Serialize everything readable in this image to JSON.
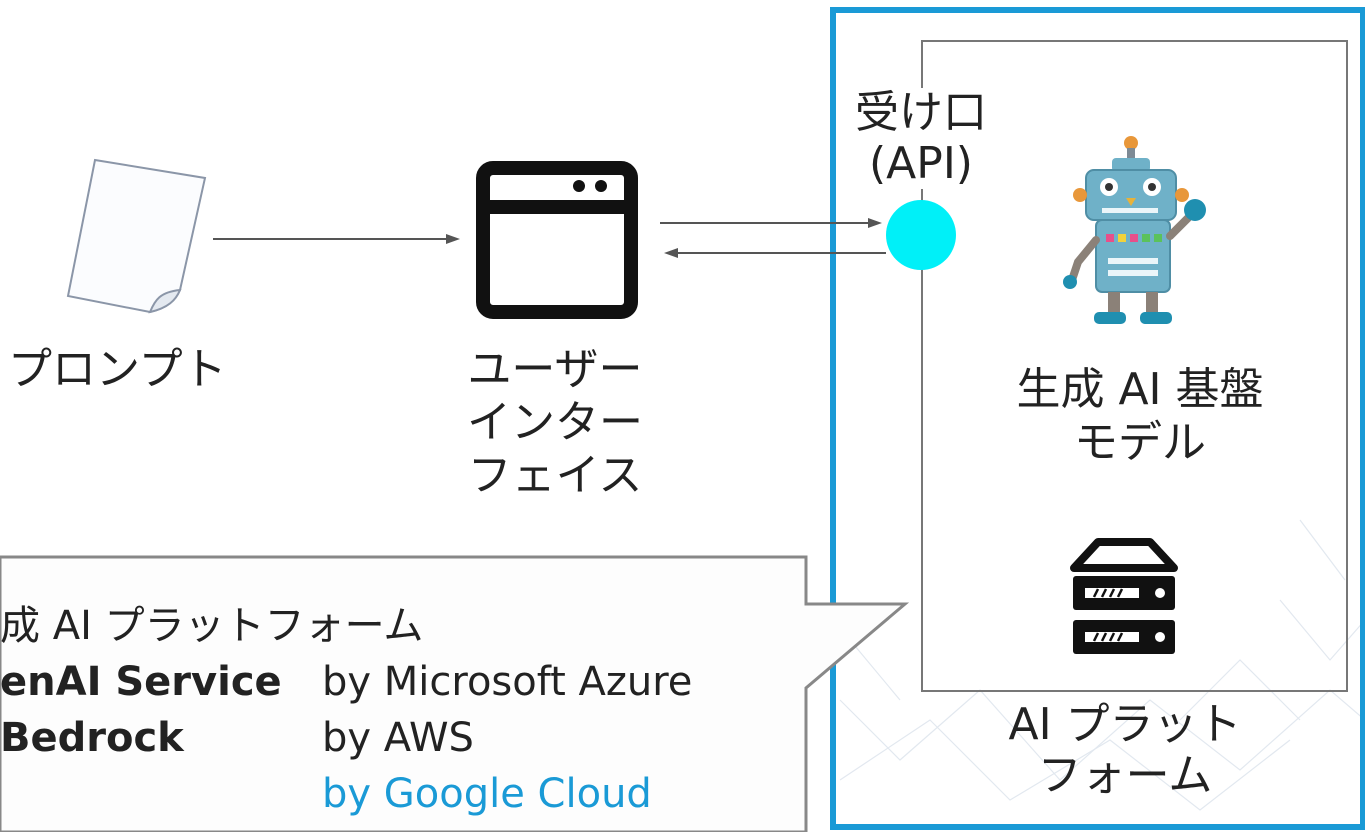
{
  "prompt_label": "プロンプト",
  "ui_label": [
    "ユーザー",
    "インター",
    "フェイス"
  ],
  "api_label": [
    "受け口",
    "(API)"
  ],
  "model_label": [
    "生成 AI 基盤",
    "モデル"
  ],
  "platform_label": [
    "AI プラット",
    "フォーム"
  ],
  "callout": {
    "title": "成 AI プラットフォーム",
    "rows": [
      {
        "service": "enAI Service",
        "provider": "by Microsoft Azure"
      },
      {
        "service": "Bedrock",
        "provider": "by AWS"
      },
      {
        "service": "",
        "provider": "by Google Cloud"
      }
    ]
  },
  "colors": {
    "platform_border": "#1a9ad6",
    "api_dot": "#00f0f8",
    "google_text": "#1a9ad6",
    "robot_body": "#6fb1c8",
    "robot_antenna": "#e8973a"
  },
  "icons": [
    "document-icon",
    "browser-window-icon",
    "robot-icon",
    "server-icon"
  ]
}
